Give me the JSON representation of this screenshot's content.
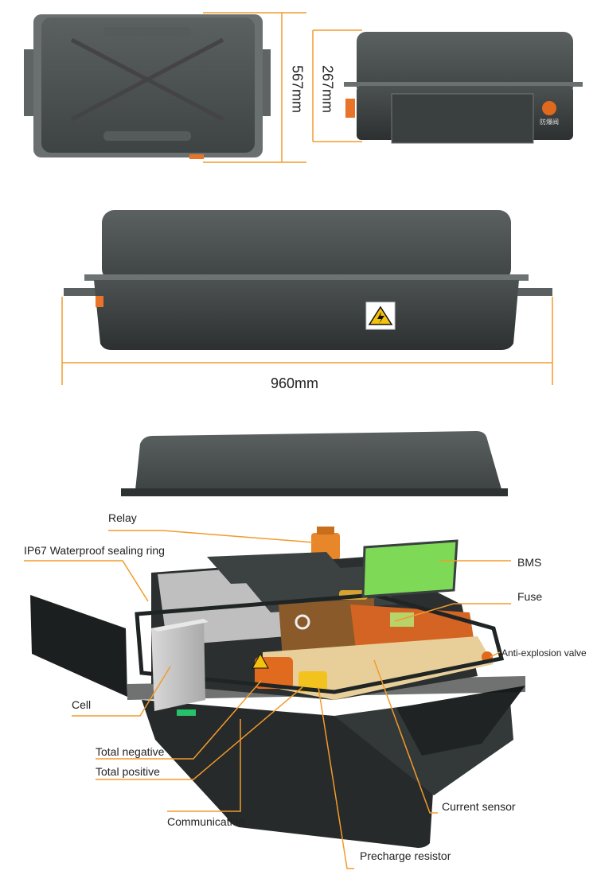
{
  "dimensions": {
    "depth": "567mm",
    "height": "267mm",
    "length": "960mm"
  },
  "valve_label": "防爆阀",
  "labels": {
    "relay": "Relay",
    "sealing_ring": "IP67 Waterproof sealing ring",
    "bms": "BMS",
    "fuse": "Fuse",
    "anti_explosion_valve": "Anti-explosion valve",
    "cell": "Cell",
    "total_negative": "Total negative",
    "total_positive": "Total positive",
    "communication": "Communication",
    "current_sensor": "Current sensor",
    "precharge_resistor": "Precharge resistor"
  },
  "colors": {
    "leader": "#f39a2b",
    "housing": "#4a4f4f",
    "housing_dark": "#2f3333",
    "bms_board": "#7ed957",
    "copper": "#e06a1e"
  }
}
